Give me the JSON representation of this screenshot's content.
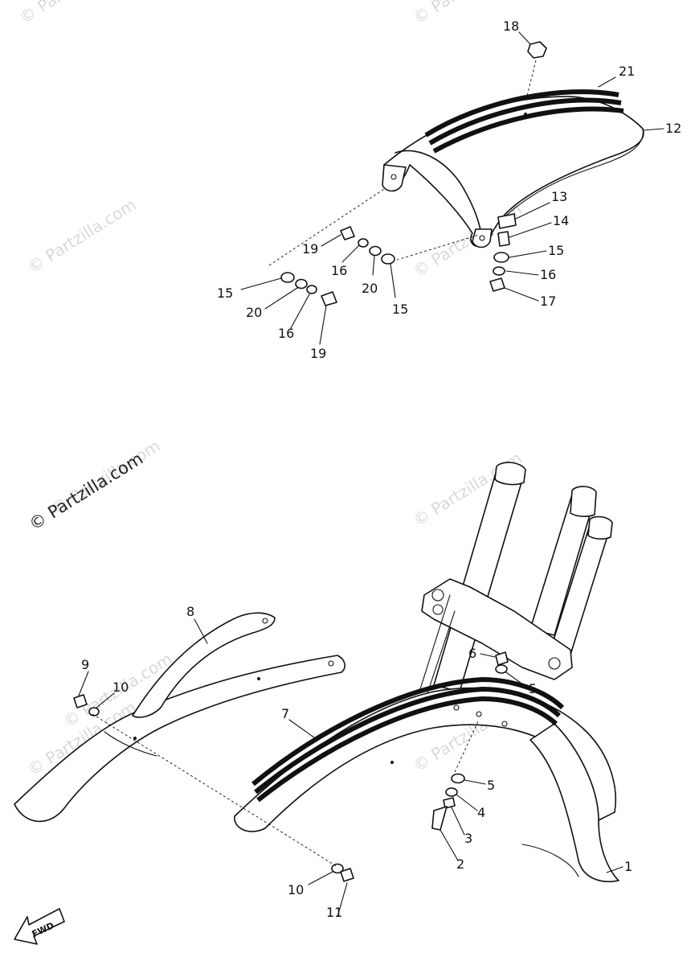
{
  "watermarks": {
    "text": "© Partzilla.com",
    "faint": [
      "© Partzilla.com",
      "© Partzilla.com",
      "© Partzilla.com",
      "© Partzilla.com",
      "© Partzilla.com",
      "© Partzilla.com",
      "© Partzilla.com",
      "© Partzilla.com",
      "© Partzilla.com"
    ]
  },
  "fwd_label": "FWD",
  "rear_fender_labels": [
    "18",
    "21",
    "12",
    "13",
    "14",
    "15",
    "16",
    "17",
    "19",
    "16",
    "20",
    "15",
    "15",
    "20",
    "16",
    "19"
  ],
  "front_fender_labels": [
    "8",
    "9",
    "10",
    "7",
    "6",
    "5",
    "5",
    "4",
    "3",
    "2",
    "1",
    "10",
    "11"
  ]
}
